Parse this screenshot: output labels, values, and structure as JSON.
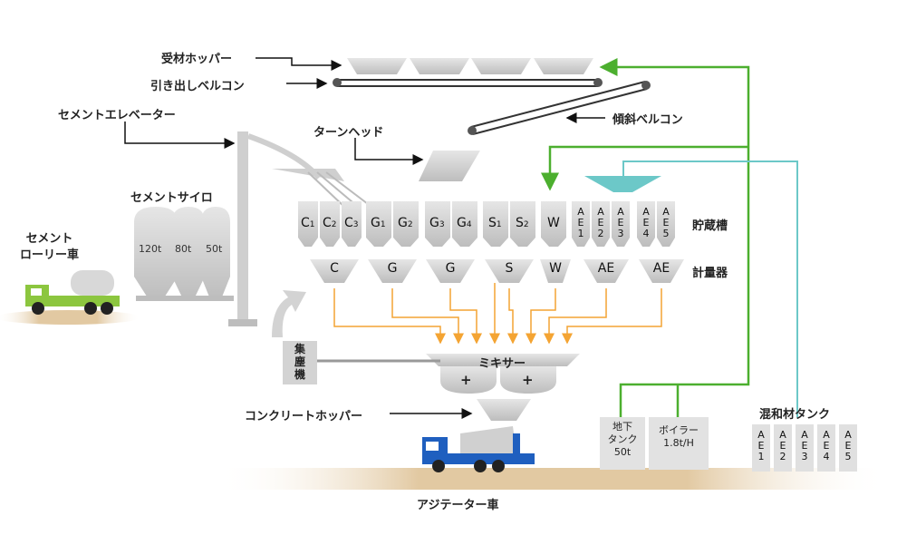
{
  "labels": {
    "receiving_hopper": "受材ホッパー",
    "pull_conveyor": "引き出しベルコン",
    "cement_elevator": "セメントエレベーター",
    "incline_conveyor": "傾斜ベルコン",
    "turn_head": "ターンヘッド",
    "cement_silo": "セメントサイロ",
    "cement_lorry": "セメント\nローリー車",
    "storage_tank": "貯蔵槽",
    "weigher": "計量器",
    "dust_collector": "集\n塵\n機",
    "mixer": "ミキサー",
    "concrete_hopper": "コンクリートホッパー",
    "agitator_truck": "アジテーター車",
    "admixture_tank": "混和材タンク",
    "underground_tank": "地下\nタンク\n50t",
    "boiler": "ボイラー\n1.8t/H"
  },
  "silos": [
    "120t",
    "80t",
    "50t"
  ],
  "bins": [
    {
      "main": "C",
      "sub": "1"
    },
    {
      "main": "C",
      "sub": "2"
    },
    {
      "main": "C",
      "sub": "3"
    },
    {
      "main": "G",
      "sub": "1"
    },
    {
      "main": "G",
      "sub": "2"
    },
    {
      "main": "G",
      "sub": "3"
    },
    {
      "main": "G",
      "sub": "4"
    },
    {
      "main": "S",
      "sub": "1"
    },
    {
      "main": "S",
      "sub": "2"
    },
    {
      "main": "W",
      "sub": ""
    }
  ],
  "ae_bins": [
    "AE1",
    "AE2",
    "AE3",
    "AE4",
    "AE5"
  ],
  "weighers": [
    "C",
    "G",
    "G",
    "S",
    "W",
    "AE",
    "AE"
  ],
  "mixer_plus": [
    "+",
    "+"
  ],
  "admixture_tanks": [
    "AE1",
    "AE2",
    "AE3",
    "AE4",
    "AE5"
  ],
  "colors": {
    "green_line": "#4caf2f",
    "teal_line": "#6cc8c8",
    "orange_arrow": "#f4a433",
    "gray_fill": "#cfcfcf",
    "truck_blue": "#1f5fbf",
    "lorry_green": "#8cc63f",
    "ground": "#d8b98c"
  }
}
